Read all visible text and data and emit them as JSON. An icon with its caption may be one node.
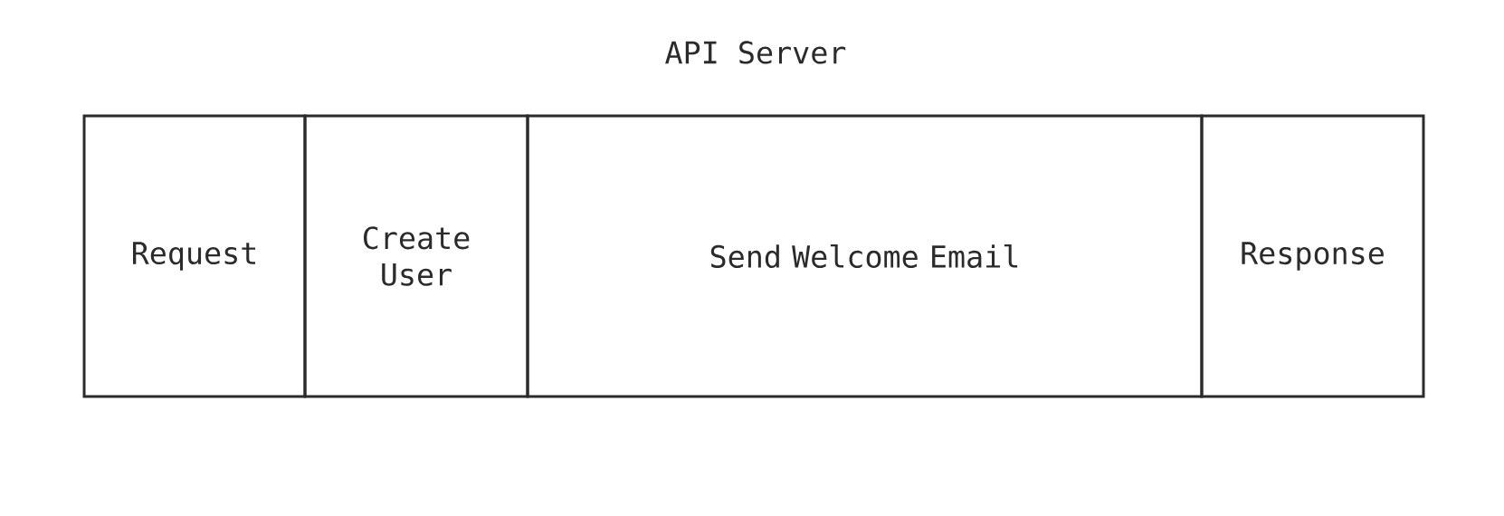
{
  "diagram": {
    "title": "API Server",
    "nodes": [
      {
        "text": [
          "Request"
        ]
      },
      {
        "text": [
          "Create User"
        ]
      },
      {
        "text": [
          "Send Welcome Email"
        ]
      },
      {
        "text": [
          "Response"
        ]
      }
    ]
  }
}
